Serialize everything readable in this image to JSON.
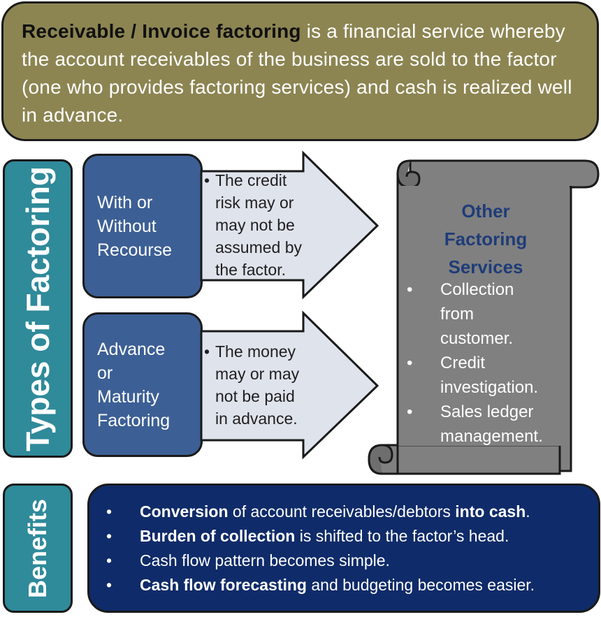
{
  "definition": {
    "bold_lead": "Receivable / Invoice factoring",
    "rest": " is a financial service whereby the account receivables of the business are sold to the factor (one who provides factoring services) and cash is realized well in advance."
  },
  "types_label": "Types of Factoring",
  "factoring_types": [
    {
      "lines": [
        "With or",
        "Without",
        "Recourse"
      ],
      "arrow_text": [
        "The credit",
        "risk may or",
        "may not be",
        "assumed by",
        "the factor."
      ]
    },
    {
      "lines": [
        "Advance",
        "or",
        "Maturity",
        "Factoring"
      ],
      "arrow_text": [
        "The money",
        "may or may",
        "not be paid",
        "in advance."
      ]
    }
  ],
  "bullet_small": "•",
  "other_services": {
    "title_lines": [
      "Other",
      "Factoring",
      "Services"
    ],
    "bullet": "•",
    "items": [
      [
        "Collection",
        "from",
        "customer."
      ],
      [
        "Credit",
        "investigation."
      ],
      [
        "Sales ledger",
        "management."
      ]
    ]
  },
  "benefits_label": "Benefits",
  "benefits": {
    "bullet": "•",
    "items": [
      {
        "b1": "Conversion",
        "t1": " of account receivables/debtors ",
        "b2": "into cash",
        "t2": "."
      },
      {
        "b1": "Burden of collection",
        "t1": " is shifted to the factor’s head.",
        "b2": "",
        "t2": ""
      },
      {
        "b1": "",
        "t1": "Cash flow pattern becomes simple.",
        "b2": "",
        "t2": ""
      },
      {
        "b1": "Cash flow forecasting",
        "t1": " and budgeting becomes easier.",
        "b2": "",
        "t2": ""
      }
    ]
  },
  "colors": {
    "definition_bg": "#8c8552",
    "teal_label": "#2f8a9a",
    "type_box": "#3c5f95",
    "arrow_fill": "#dfe3ec",
    "scroll_fill": "#808080",
    "title_blue": "#1f3c78",
    "benefits_bg": "#0f2b69"
  }
}
